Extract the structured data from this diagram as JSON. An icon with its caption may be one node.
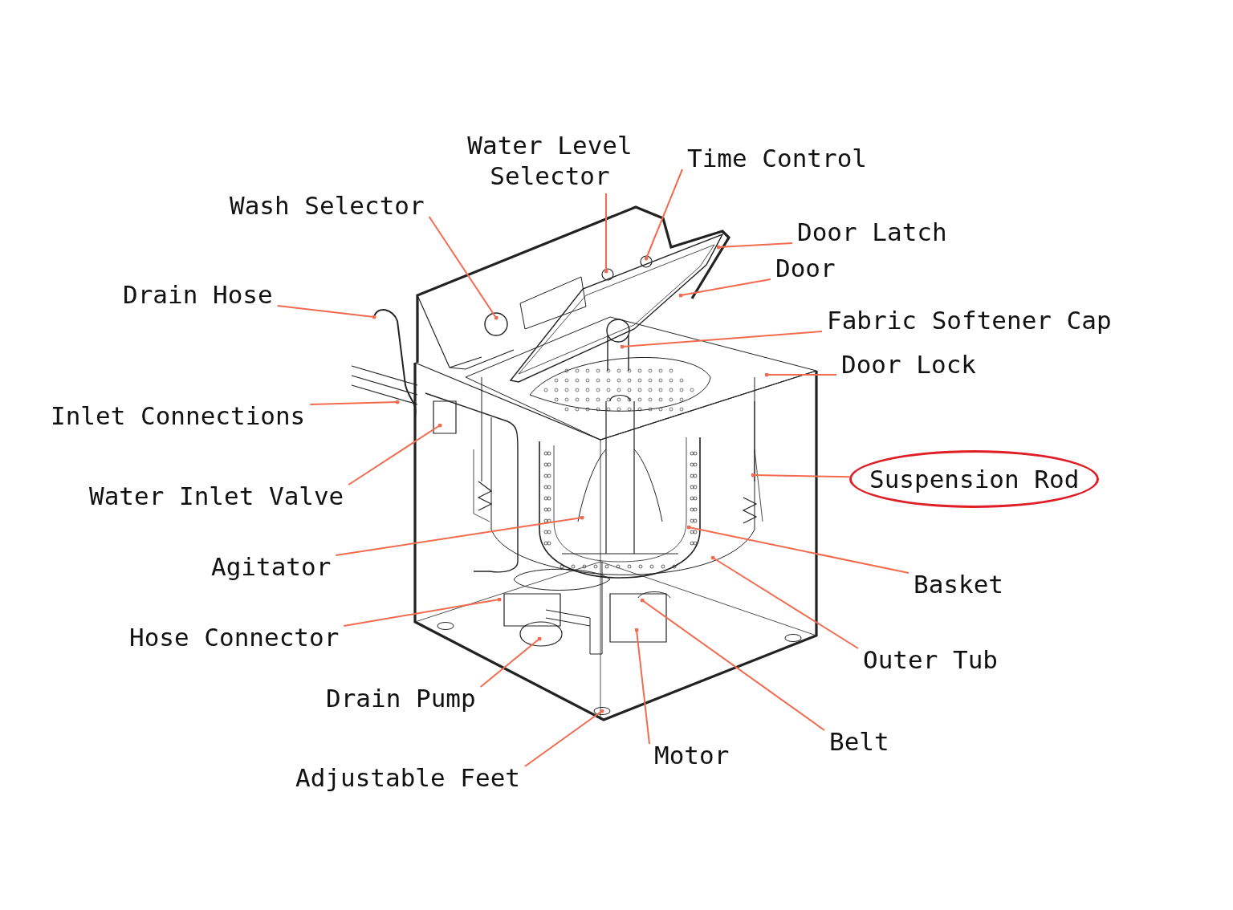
{
  "diagram": {
    "nodes": [
      {
        "text": [
          "Water Level Selector"
        ]
      },
      {
        "text": [
          "Time Control"
        ]
      },
      {
        "text": [
          "Wash Selector"
        ]
      },
      {
        "text": [
          "Door Latch"
        ]
      },
      {
        "text": [
          "Drain Hose"
        ]
      },
      {
        "text": [
          "Door"
        ]
      },
      {
        "text": [
          "Fabric Softener Cap"
        ]
      },
      {
        "text": [
          "Door Lock"
        ]
      },
      {
        "text": [
          "Inlet Connections"
        ]
      },
      {
        "text": [
          "Water Inlet Valve"
        ]
      },
      {
        "text": [
          "Suspension Rod"
        ]
      },
      {
        "text": [
          "Agitator"
        ]
      },
      {
        "text": [
          "Basket"
        ]
      },
      {
        "text": [
          "Hose Connector"
        ]
      },
      {
        "text": [
          "Outer Tub"
        ]
      },
      {
        "text": [
          "Drain Pump"
        ]
      },
      {
        "text": [
          "Belt"
        ]
      },
      {
        "text": [
          "Motor"
        ]
      },
      {
        "text": [
          "Adjustable Feet"
        ]
      }
    ],
    "edges": [
      {
        "from": 0,
        "to": null,
        "arrow": "other"
      },
      {
        "from": 1,
        "to": null,
        "arrow": "other"
      },
      {
        "from": 2,
        "to": null,
        "arrow": "other"
      },
      {
        "from": 3,
        "to": null,
        "arrow": "other"
      },
      {
        "from": 4,
        "to": null,
        "arrow": "other"
      },
      {
        "from": 5,
        "to": null,
        "arrow": "other"
      },
      {
        "from": 6,
        "to": null,
        "arrow": "other"
      },
      {
        "from": 7,
        "to": null,
        "arrow": "other"
      },
      {
        "from": 8,
        "to": null,
        "arrow": "other"
      },
      {
        "from": 9,
        "to": null,
        "arrow": "other"
      },
      {
        "from": 10,
        "to": null,
        "arrow": "other"
      },
      {
        "from": 11,
        "to": null,
        "arrow": "other"
      },
      {
        "from": 12,
        "to": null,
        "arrow": "other"
      },
      {
        "from": 13,
        "to": null,
        "arrow": "other"
      },
      {
        "from": 14,
        "to": null,
        "arrow": "other"
      },
      {
        "from": 15,
        "to": null,
        "arrow": "other"
      },
      {
        "from": 16,
        "to": null,
        "arrow": "other"
      },
      {
        "from": 17,
        "to": null,
        "arrow": "other"
      },
      {
        "from": 18,
        "to": null,
        "arrow": "other"
      }
    ]
  }
}
